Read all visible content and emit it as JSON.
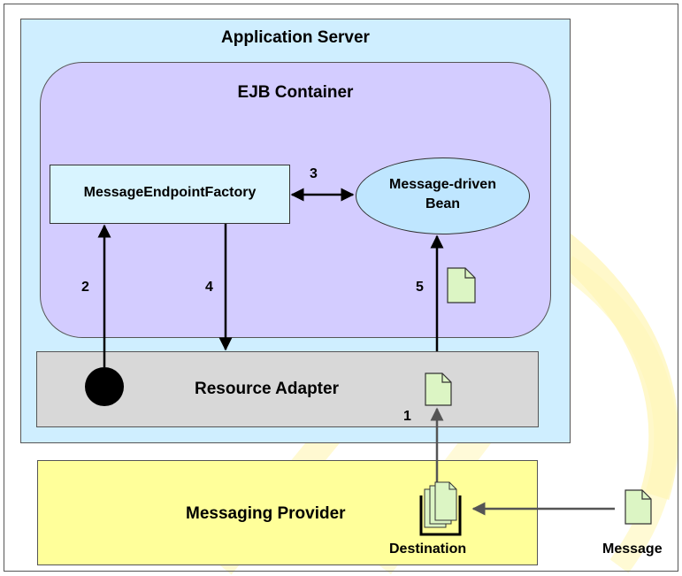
{
  "diagram": {
    "application_server": "Application Server",
    "ejb_container": "EJB Container",
    "message_endpoint_factory": "MessageEndpointFactory",
    "message_driven_bean_line1": "Message-driven",
    "message_driven_bean_line2": "Bean",
    "resource_adapter": "Resource Adapter",
    "messaging_provider": "Messaging Provider",
    "destination": "Destination",
    "message": "Message",
    "step_labels": [
      "1",
      "2",
      "3",
      "4",
      "5"
    ]
  },
  "colors": {
    "application_server_fill": "#cfeeff",
    "ejb_container_fill": "#d3ccff",
    "factory_fill": "#d8f4ff",
    "bean_fill": "#bfe6ff",
    "resource_adapter_fill": "#d8d8d8",
    "messaging_provider_fill": "#ffff9a",
    "document_fill": "#dcf5c4",
    "watermark": "#fff9c4"
  }
}
